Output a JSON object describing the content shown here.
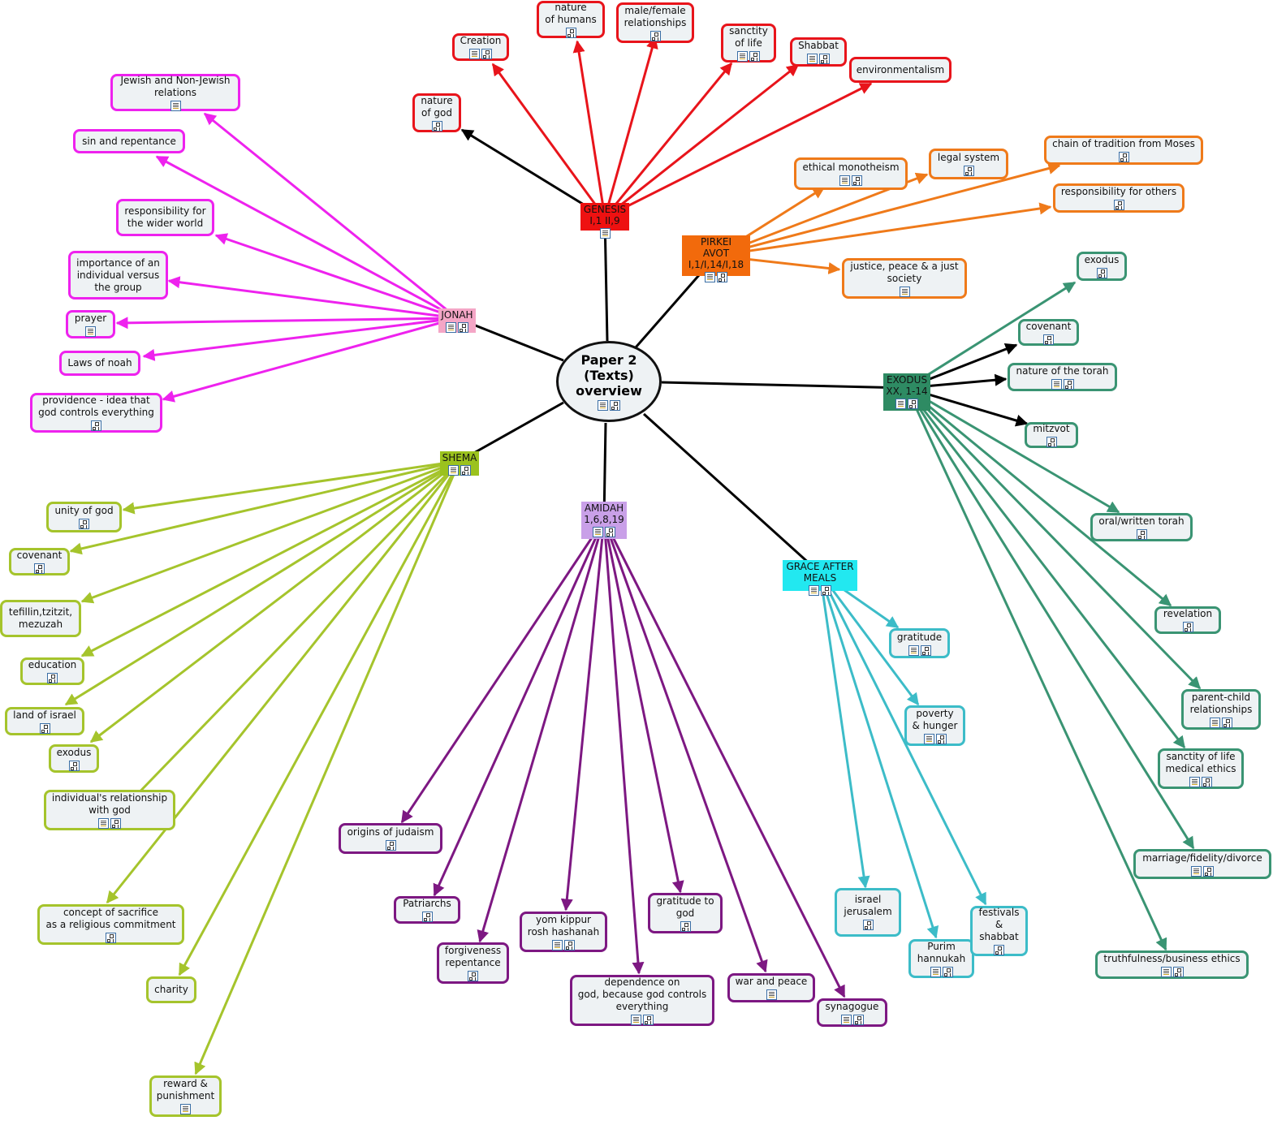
{
  "center": {
    "label": "Paper 2\n(Texts)\noverview",
    "icons": [
      "doc",
      "map"
    ]
  },
  "branches": [
    {
      "id": "genesis",
      "label": "GENESIS\nI,1    II,9",
      "color": "#e8141b",
      "fill": "#ee1111",
      "icons": [
        "doc"
      ],
      "children": [
        {
          "label": "nature\nof god",
          "icons": [
            "map"
          ],
          "arrow": "#000000"
        },
        {
          "label": "Creation",
          "icons": [
            "doc",
            "map"
          ]
        },
        {
          "label": "nature\nof humans",
          "icons": [
            "map"
          ]
        },
        {
          "label": "male/female\nrelationships",
          "icons": [
            "map"
          ]
        },
        {
          "label": "sanctity\nof life",
          "icons": [
            "doc",
            "map"
          ]
        },
        {
          "label": "Shabbat",
          "icons": [
            "doc",
            "map"
          ]
        },
        {
          "label": "environmentalism",
          "icons": []
        }
      ]
    },
    {
      "id": "pirkei",
      "label": "PIRKEI\nAVOT\nI,1/I,14/I,18",
      "color": "#ef7a1a",
      "fill": "#f26a0c",
      "icons": [
        "doc",
        "map"
      ],
      "children": [
        {
          "label": "ethical monotheism",
          "icons": [
            "doc",
            "map"
          ]
        },
        {
          "label": "legal system",
          "icons": [
            "map"
          ]
        },
        {
          "label": "chain of tradition from Moses",
          "icons": [
            "map"
          ]
        },
        {
          "label": "responsibility for others",
          "icons": [
            "map"
          ]
        },
        {
          "label": "justice, peace & a just\nsociety",
          "icons": [
            "doc"
          ]
        }
      ]
    },
    {
      "id": "jonah",
      "label": "JONAH",
      "color": "#ee22ee",
      "fill": "#f4a6c6",
      "icons": [
        "doc",
        "map"
      ],
      "children": [
        {
          "label": "Jewish and Non-Jewish\nrelations",
          "icons": [
            "doc"
          ]
        },
        {
          "label": "sin and repentance",
          "icons": []
        },
        {
          "label": "responsibility for\nthe wider world",
          "icons": []
        },
        {
          "label": "importance of an\nindividual versus\nthe group",
          "icons": []
        },
        {
          "label": "prayer",
          "icons": [
            "doc"
          ]
        },
        {
          "label": "Laws of noah",
          "icons": []
        },
        {
          "label": "providence - idea that\ngod controls everything",
          "icons": [
            "map"
          ]
        }
      ]
    },
    {
      "id": "exodus",
      "label": "EXODUS\nXX, 1-14",
      "color": "#3a9473",
      "fill": "#2e8b63",
      "icons": [
        "doc",
        "map"
      ],
      "children": [
        {
          "label": "exodus",
          "icons": [
            "map"
          ]
        },
        {
          "label": "covenant",
          "icons": [
            "map"
          ],
          "arrow": "#000000"
        },
        {
          "label": "nature of the torah",
          "icons": [
            "doc",
            "map"
          ],
          "arrow": "#000000"
        },
        {
          "label": "mitzvot",
          "icons": [
            "map"
          ],
          "arrow": "#000000"
        },
        {
          "label": "oral/written torah",
          "icons": [
            "map"
          ]
        },
        {
          "label": "revelation",
          "icons": [
            "map"
          ]
        },
        {
          "label": "parent-child\nrelationships",
          "icons": [
            "doc",
            "map"
          ]
        },
        {
          "label": "sanctity of life\nmedical ethics",
          "icons": [
            "doc",
            "map"
          ]
        },
        {
          "label": "marriage/fidelity/divorce",
          "icons": [
            "doc",
            "map"
          ]
        },
        {
          "label": "truthfulness/business ethics",
          "icons": [
            "doc",
            "map"
          ]
        }
      ]
    },
    {
      "id": "shema",
      "label": "SHEMA",
      "color": "#a5c42c",
      "fill": "#9bc21e",
      "icons": [
        "doc",
        "map"
      ],
      "children": [
        {
          "label": "unity of god",
          "icons": [
            "map"
          ]
        },
        {
          "label": "covenant",
          "icons": [
            "map"
          ]
        },
        {
          "label": "tefillin,tzitzit,\nmezuzah",
          "icons": []
        },
        {
          "label": "education",
          "icons": [
            "map"
          ]
        },
        {
          "label": "land of israel",
          "icons": [
            "map"
          ]
        },
        {
          "label": "exodus",
          "icons": [
            "map"
          ]
        },
        {
          "label": "individual's relationship\nwith god",
          "icons": [
            "doc",
            "map"
          ]
        },
        {
          "label": "concept of sacrifice\nas a religious commitment",
          "icons": [
            "map"
          ]
        },
        {
          "label": "charity",
          "icons": []
        },
        {
          "label": "reward &\npunishment",
          "icons": [
            "doc"
          ]
        }
      ]
    },
    {
      "id": "amidah",
      "label": "AMIDAH\n1,6,8,19",
      "color": "#7d1882",
      "fill": "#c9a0e8",
      "icons": [
        "doc",
        "map"
      ],
      "children": [
        {
          "label": "origins of judaism",
          "icons": [
            "map"
          ]
        },
        {
          "label": "Patriarchs",
          "icons": [
            "map"
          ]
        },
        {
          "label": "forgiveness\nrepentance",
          "icons": [
            "map"
          ]
        },
        {
          "label": "yom kippur\nrosh hashanah",
          "icons": [
            "doc",
            "map"
          ]
        },
        {
          "label": "dependence on\ngod, because god controls\neverything",
          "icons": [
            "doc",
            "map"
          ]
        },
        {
          "label": "gratitude to\ngod",
          "icons": [
            "map"
          ]
        },
        {
          "label": "war and peace",
          "icons": [
            "doc"
          ]
        },
        {
          "label": "synagogue",
          "icons": [
            "doc",
            "map"
          ]
        }
      ]
    },
    {
      "id": "grace",
      "label": "GRACE AFTER\nMEALS",
      "color": "#3cbcc8",
      "fill": "#22e8f0",
      "icons": [
        "doc",
        "map"
      ],
      "children": [
        {
          "label": "gratitude",
          "icons": [
            "doc",
            "map"
          ]
        },
        {
          "label": "poverty\n& hunger",
          "icons": [
            "doc",
            "map"
          ]
        },
        {
          "label": "israel\njerusalem",
          "icons": [
            "map"
          ]
        },
        {
          "label": "Purim\nhannukah",
          "icons": [
            "doc",
            "map"
          ]
        },
        {
          "label": "festivals\n&\nshabbat",
          "icons": [
            "map"
          ]
        }
      ]
    }
  ]
}
